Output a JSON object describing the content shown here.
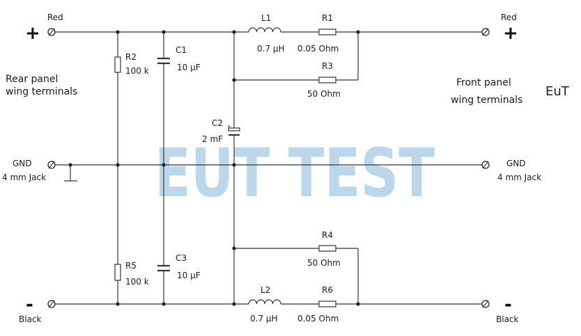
{
  "watermark": "EUT TEST",
  "brand": "EuT",
  "rear_panel": {
    "line1": "Rear panel",
    "line2": "wing terminals"
  },
  "front_panel": {
    "line1": "Front panel",
    "line2": "wing terminals"
  },
  "terminals": {
    "red": "Red",
    "black": "Black",
    "gnd": "GND",
    "jack": "4 mm Jack",
    "plus": "+",
    "minus": "-"
  },
  "components": {
    "R2": {
      "name": "R2",
      "value": "100 k"
    },
    "R5": {
      "name": "R5",
      "value": "100 k"
    },
    "C1": {
      "name": "C1",
      "value": "10 µF"
    },
    "C3": {
      "name": "C3",
      "value": "10 µF"
    },
    "C2": {
      "name": "C2",
      "value": "2 mF",
      "polarity": "+"
    },
    "L1": {
      "name": "L1",
      "value": "0.7 µH"
    },
    "L2": {
      "name": "L2",
      "value": "0.7 µH"
    },
    "R1": {
      "name": "R1",
      "value": "0.05 Ohm"
    },
    "R3": {
      "name": "R3",
      "value": "50 Ohm"
    },
    "R4": {
      "name": "R4",
      "value": "50 Ohm"
    },
    "R6": {
      "name": "R6",
      "value": "0.05 Ohm"
    }
  }
}
